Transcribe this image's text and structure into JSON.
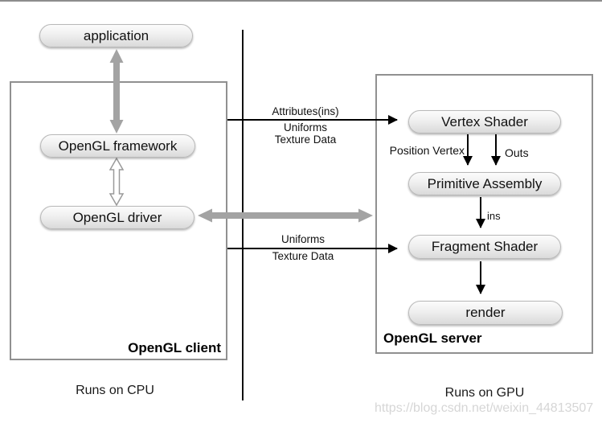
{
  "diagram": {
    "client_box": {
      "label": "OpenGL client",
      "nodes": {
        "application": "application",
        "framework": "OpenGL framework",
        "driver": "OpenGL driver"
      }
    },
    "server_box": {
      "label": "OpenGL server",
      "nodes": {
        "vertex_shader": "Vertex Shader",
        "primitive_assembly": "Primitive Assembly",
        "fragment_shader": "Fragment Shader",
        "render": "render"
      }
    },
    "edge_labels": {
      "attributes_ins": "Attributes(ins)",
      "uniforms_top": "Uniforms",
      "texture_data_top": "Texture Data",
      "uniforms_bottom": "Uniforms",
      "texture_data_bottom": "Texture Data",
      "position_vertex": "Position Vertex",
      "outs": "Outs",
      "ins": "ins"
    },
    "footer": {
      "left": "Runs on CPU",
      "right": "Runs on GPU"
    },
    "watermark": "https://blog.csdn.net/weixin_44813507",
    "colors": {
      "thick_arrow": "#a3a3a3",
      "thin_arrow": "#000000",
      "box_border": "#909090",
      "divider": "#111111",
      "watermark": "#d6d6d6"
    }
  }
}
